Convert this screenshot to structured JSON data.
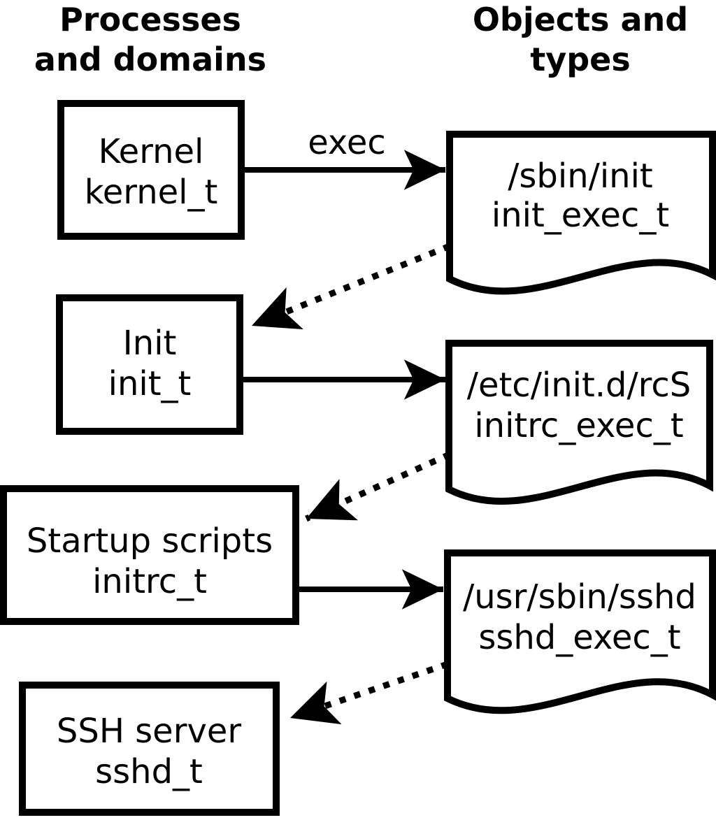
{
  "diagram": {
    "title_left": {
      "line1": "Processes",
      "line2": "and domains"
    },
    "title_right": {
      "line1": "Objects and",
      "line2": "types"
    },
    "processes": [
      {
        "label": "Kernel",
        "domain": "kernel_t"
      },
      {
        "label": "Init",
        "domain": "init_t"
      },
      {
        "label": "Startup scripts",
        "domain": "initrc_t"
      },
      {
        "label": "SSH server",
        "domain": "sshd_t"
      }
    ],
    "objects": [
      {
        "path": "/sbin/init",
        "type": "init_exec_t"
      },
      {
        "path": "/etc/init.d/rcS",
        "type": "initrc_exec_t"
      },
      {
        "path": "/usr/sbin/sshd",
        "type": "sshd_exec_t"
      }
    ],
    "exec_label": "exec",
    "edges": [
      {
        "from": "kernel_t",
        "to": "init_exec_t",
        "style": "solid",
        "label": "exec"
      },
      {
        "from": "init_exec_t",
        "to": "init_t",
        "style": "dotted",
        "label": ""
      },
      {
        "from": "init_t",
        "to": "initrc_exec_t",
        "style": "solid",
        "label": ""
      },
      {
        "from": "initrc_exec_t",
        "to": "initrc_t",
        "style": "dotted",
        "label": ""
      },
      {
        "from": "initrc_t",
        "to": "sshd_exec_t",
        "style": "solid",
        "label": ""
      },
      {
        "from": "sshd_exec_t",
        "to": "sshd_t",
        "style": "dotted",
        "label": ""
      }
    ],
    "colors": {
      "stroke": "#000000",
      "fill": "#ffffff",
      "background": "#ffffff"
    }
  }
}
